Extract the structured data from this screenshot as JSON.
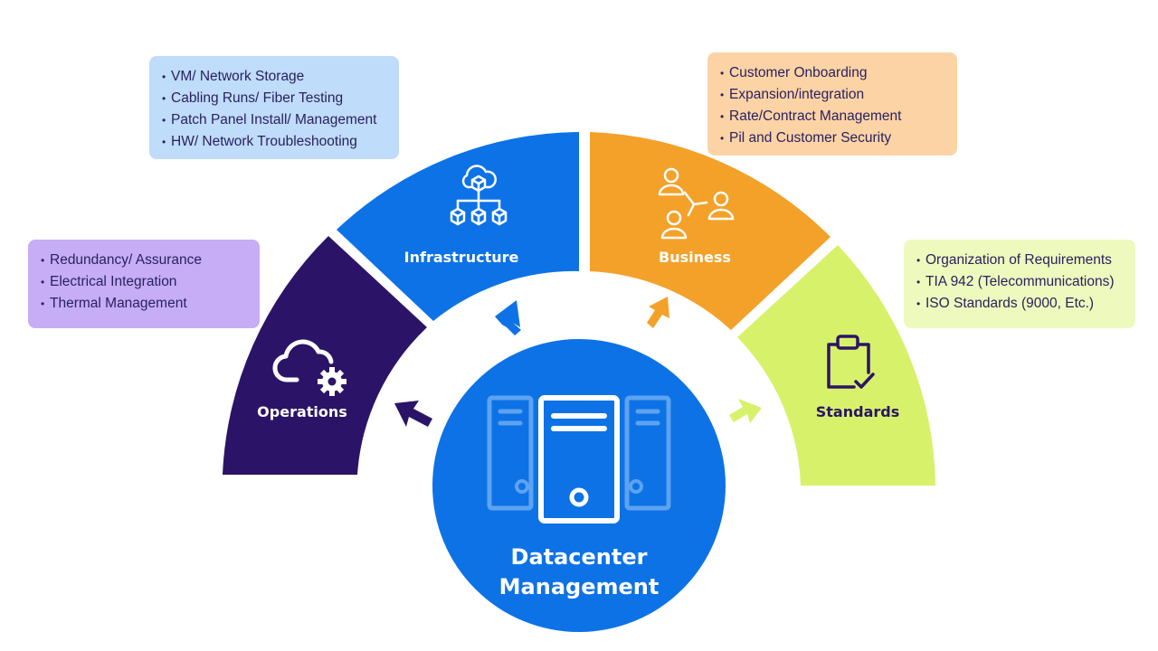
{
  "center": {
    "line1": "Datacenter",
    "line2": "Management"
  },
  "segments": {
    "operations": {
      "label": "Operations",
      "color": "#2b1467"
    },
    "infrastructure": {
      "label": "Infrastructure",
      "color": "#0d72e6"
    },
    "business": {
      "label": "Business",
      "color": "#f4a12a"
    },
    "standards": {
      "label": "Standards",
      "color": "#d8f16a"
    }
  },
  "boxes": {
    "operations": {
      "color": "#c6adf6",
      "items": [
        "Redundancy/ Assurance",
        "Electrical Integration",
        "Thermal Management"
      ]
    },
    "infrastructure": {
      "color": "#bfdcfa",
      "items": [
        "VM/ Network Storage",
        "Cabling Runs/ Fiber Testing",
        "Patch Panel Install/ Management",
        "HW/ Network Troubleshooting"
      ]
    },
    "business": {
      "color": "#fcd3a5",
      "items": [
        "Customer Onboarding",
        "Expansion/integration",
        "Rate/Contract Management",
        "Pil and Customer Security"
      ]
    },
    "standards": {
      "color": "#eef9bd",
      "items": [
        "Organization of Requirements",
        "TIA 942 (Telecommunications)",
        "ISO Standards (9000, Etc.)"
      ]
    }
  },
  "icons": {
    "operations": "cloud-gear-icon",
    "infrastructure": "cloud-network-icon",
    "business": "people-network-icon",
    "standards": "clipboard-check-icon",
    "center": "server-icon"
  }
}
